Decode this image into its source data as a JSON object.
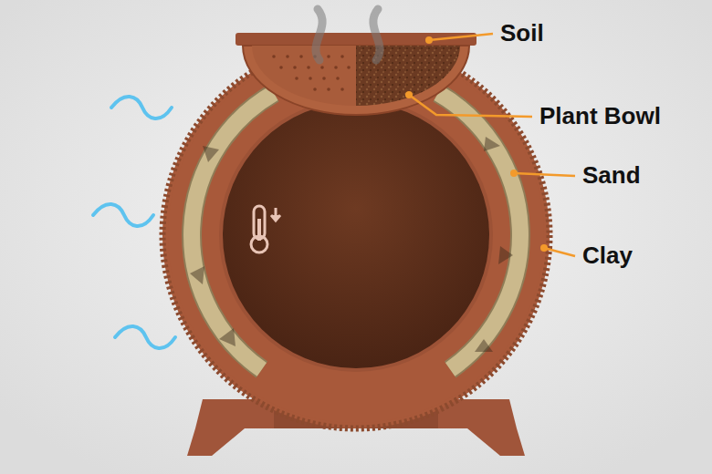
{
  "diagram": {
    "labels": [
      "Soil",
      "Plant Bowl",
      "Sand",
      "Clay"
    ]
  }
}
